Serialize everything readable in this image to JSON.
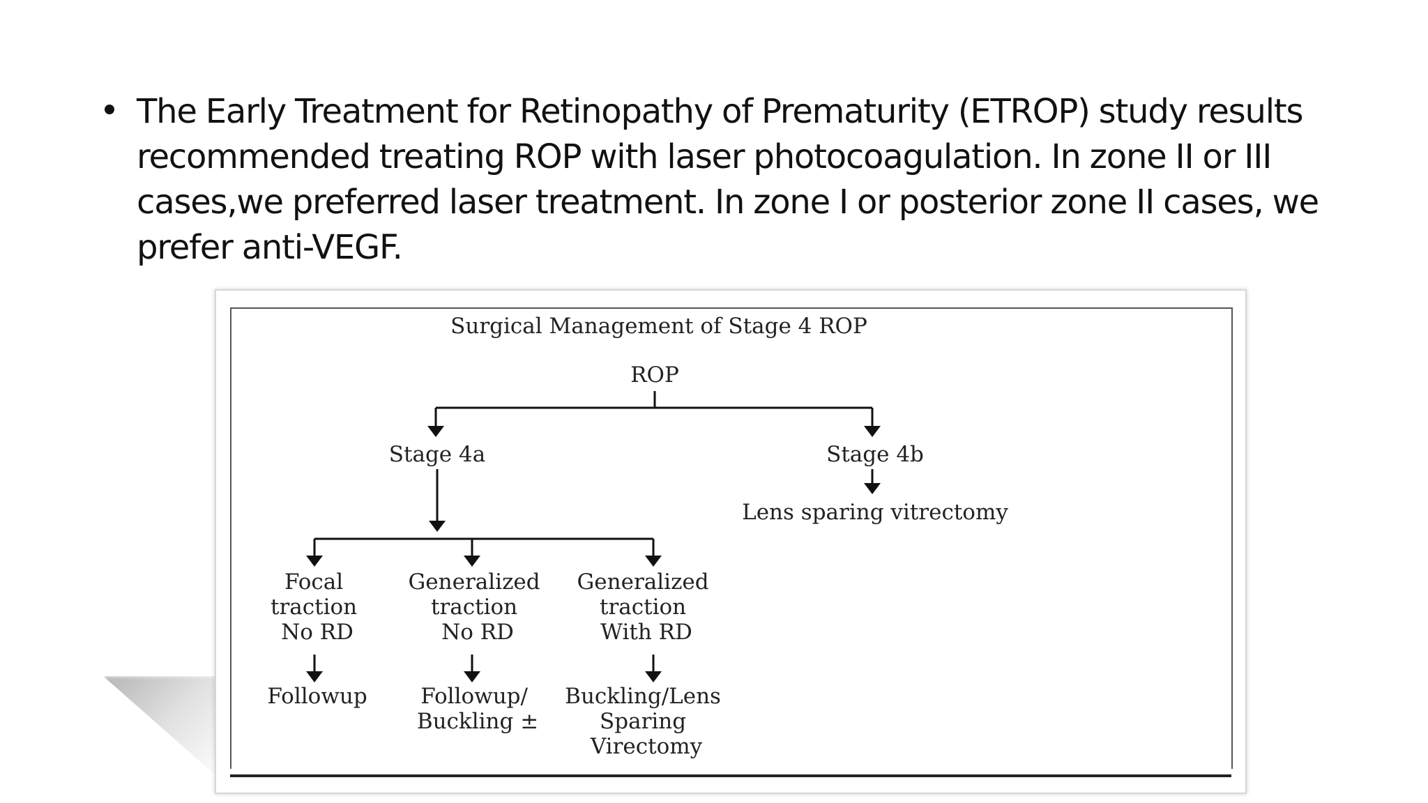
{
  "slide": {
    "bullet_text": "The Early Treatment for Retinopathy of Prematurity (ETROP) study results recommended treating ROP with laser photocoagulation. In zone II or III cases,we preferred laser treatment. In zone I or posterior zone II cases, we prefer anti-VEGF."
  },
  "diagram": {
    "title": "Surgical Management of Stage 4 ROP",
    "nodes": {
      "rop": "ROP",
      "stage4a": "Stage 4a",
      "stage4b": "Stage 4b",
      "lens_sparing": "Lens sparing vitrectomy",
      "focal": [
        "Focal",
        "traction",
        "No RD"
      ],
      "gen_no_rd": [
        "Generalized",
        "traction",
        "No RD"
      ],
      "gen_with_rd": [
        "Generalized",
        "traction",
        "With RD"
      ],
      "followup": [
        "Followup"
      ],
      "followup_buckling": [
        "Followup/",
        "Buckling ±"
      ],
      "buckling_lens": [
        "Buckling/Lens",
        "Sparing",
        "Virectomy"
      ]
    }
  },
  "colors": {
    "text": "#111111",
    "line": "#111111",
    "frame_border": "#d6d6d6"
  }
}
